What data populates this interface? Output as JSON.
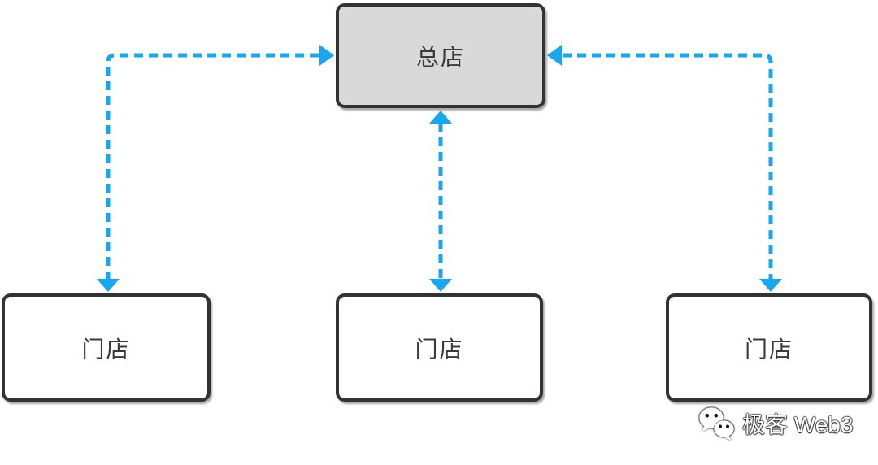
{
  "diagram": {
    "background_color": "#ffffff",
    "border_color": "#333333",
    "arrow_color": "#17a6f0",
    "nodes": {
      "head_office": {
        "label": "总店",
        "fill": "#d9d9d9"
      },
      "stores": [
        {
          "label": "门店"
        },
        {
          "label": "门店"
        },
        {
          "label": "门店"
        }
      ]
    },
    "connectors": {
      "style": "dashed",
      "color": "#17a6f0",
      "items": [
        {
          "between": [
            "store-left",
            "head-office"
          ],
          "arrows": "both",
          "shape": "elbow"
        },
        {
          "between": [
            "store-middle",
            "head-office"
          ],
          "arrows": "both",
          "shape": "straight"
        },
        {
          "between": [
            "store-right",
            "head-office"
          ],
          "arrows": "both",
          "shape": "elbow"
        }
      ]
    },
    "watermark": {
      "icon": "wechat-icon",
      "text": "极客 Web3"
    }
  }
}
